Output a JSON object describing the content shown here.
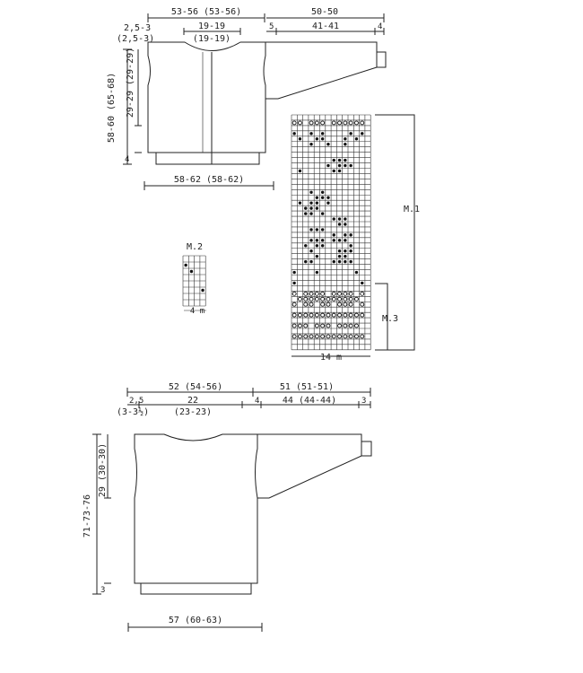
{
  "cardigan": {
    "top_width": "53-56 (53-56)",
    "neck": "19-19",
    "neck_alt": "(19-19)",
    "shoulder_a": "2,5-3",
    "shoulder_b": "(2,5-3)",
    "sleeve_top": "50-50",
    "sleeve_left_cuff": "5",
    "sleeve_length": "41-41",
    "sleeve_right_cuff": "4",
    "armhole": "29-29 (29-29)",
    "body_length": "58-60 (65-68)",
    "rib_height": "4",
    "bottom_width": "58-62 (58-62)"
  },
  "charts": {
    "m1_label": "M.1",
    "m2_label": "M.2",
    "m2_width": "4 m",
    "m3_label": "M.3",
    "main_width": "14 m",
    "main_cols": 14,
    "main_rows": 44,
    "m2_cols": 4,
    "m2_rows": 8,
    "m3_rows": 13,
    "main_symbols": [
      [
        0,
        1,
        "ring"
      ],
      [
        1,
        1,
        "ring"
      ],
      [
        3,
        1,
        "ring"
      ],
      [
        4,
        1,
        "ring"
      ],
      [
        5,
        1,
        "ring"
      ],
      [
        7,
        1,
        "ring"
      ],
      [
        8,
        1,
        "ring"
      ],
      [
        9,
        1,
        "ring"
      ],
      [
        10,
        1,
        "ring"
      ],
      [
        11,
        1,
        "ring"
      ],
      [
        12,
        1,
        "ring"
      ],
      [
        0,
        3,
        "dot"
      ],
      [
        3,
        3,
        "dot"
      ],
      [
        5,
        3,
        "dot"
      ],
      [
        10,
        3,
        "dot"
      ],
      [
        12,
        3,
        "dot"
      ],
      [
        1,
        4,
        "dot"
      ],
      [
        4,
        4,
        "dot"
      ],
      [
        5,
        4,
        "dot"
      ],
      [
        9,
        4,
        "dot"
      ],
      [
        11,
        4,
        "dot"
      ],
      [
        3,
        5,
        "dot"
      ],
      [
        6,
        5,
        "dot"
      ],
      [
        9,
        5,
        "dot"
      ],
      [
        7,
        8,
        "dot"
      ],
      [
        8,
        8,
        "dot"
      ],
      [
        9,
        8,
        "dot"
      ],
      [
        6,
        9,
        "dot"
      ],
      [
        8,
        9,
        "dot"
      ],
      [
        9,
        9,
        "dot"
      ],
      [
        10,
        9,
        "dot"
      ],
      [
        1,
        10,
        "dot"
      ],
      [
        7,
        10,
        "dot"
      ],
      [
        8,
        10,
        "dot"
      ],
      [
        3,
        14,
        "dot"
      ],
      [
        5,
        14,
        "dot"
      ],
      [
        4,
        15,
        "dot"
      ],
      [
        5,
        15,
        "dot"
      ],
      [
        6,
        15,
        "dot"
      ],
      [
        1,
        16,
        "dot"
      ],
      [
        3,
        16,
        "dot"
      ],
      [
        4,
        16,
        "dot"
      ],
      [
        6,
        16,
        "dot"
      ],
      [
        2,
        17,
        "dot"
      ],
      [
        3,
        17,
        "dot"
      ],
      [
        4,
        17,
        "dot"
      ],
      [
        2,
        18,
        "dot"
      ],
      [
        3,
        18,
        "dot"
      ],
      [
        5,
        18,
        "dot"
      ],
      [
        7,
        19,
        "dot"
      ],
      [
        8,
        19,
        "dot"
      ],
      [
        9,
        19,
        "dot"
      ],
      [
        8,
        20,
        "dot"
      ],
      [
        9,
        20,
        "dot"
      ],
      [
        3,
        21,
        "dot"
      ],
      [
        4,
        21,
        "dot"
      ],
      [
        5,
        21,
        "dot"
      ],
      [
        7,
        22,
        "dot"
      ],
      [
        9,
        22,
        "dot"
      ],
      [
        10,
        22,
        "dot"
      ],
      [
        3,
        23,
        "dot"
      ],
      [
        4,
        23,
        "dot"
      ],
      [
        5,
        23,
        "dot"
      ],
      [
        7,
        23,
        "dot"
      ],
      [
        8,
        23,
        "dot"
      ],
      [
        9,
        23,
        "dot"
      ],
      [
        2,
        24,
        "dot"
      ],
      [
        4,
        24,
        "dot"
      ],
      [
        5,
        24,
        "dot"
      ],
      [
        10,
        24,
        "dot"
      ],
      [
        3,
        25,
        "dot"
      ],
      [
        8,
        25,
        "dot"
      ],
      [
        9,
        25,
        "dot"
      ],
      [
        10,
        25,
        "dot"
      ],
      [
        4,
        26,
        "dot"
      ],
      [
        8,
        26,
        "dot"
      ],
      [
        9,
        26,
        "dot"
      ],
      [
        2,
        27,
        "dot"
      ],
      [
        3,
        27,
        "dot"
      ],
      [
        7,
        27,
        "dot"
      ],
      [
        8,
        27,
        "dot"
      ],
      [
        9,
        27,
        "dot"
      ],
      [
        10,
        27,
        "dot"
      ],
      [
        0,
        29,
        "dot"
      ],
      [
        4,
        29,
        "dot"
      ],
      [
        11,
        29,
        "dot"
      ],
      [
        0,
        31,
        "dot"
      ],
      [
        12,
        31,
        "dot"
      ],
      [
        0,
        33,
        "ring"
      ],
      [
        2,
        33,
        "ring"
      ],
      [
        3,
        33,
        "ring"
      ],
      [
        4,
        33,
        "ring"
      ],
      [
        5,
        33,
        "ring"
      ],
      [
        7,
        33,
        "ring"
      ],
      [
        8,
        33,
        "ring"
      ],
      [
        9,
        33,
        "ring"
      ],
      [
        10,
        33,
        "ring"
      ],
      [
        12,
        33,
        "ring"
      ],
      [
        1,
        34,
        "ring"
      ],
      [
        2,
        34,
        "ring"
      ],
      [
        3,
        34,
        "ring"
      ],
      [
        4,
        34,
        "ring"
      ],
      [
        5,
        34,
        "ring"
      ],
      [
        6,
        34,
        "ring"
      ],
      [
        7,
        34,
        "ring"
      ],
      [
        8,
        34,
        "ring"
      ],
      [
        9,
        34,
        "ring"
      ],
      [
        10,
        34,
        "ring"
      ],
      [
        11,
        34,
        "ring"
      ],
      [
        0,
        35,
        "ring"
      ],
      [
        2,
        35,
        "ring"
      ],
      [
        3,
        35,
        "ring"
      ],
      [
        5,
        35,
        "ring"
      ],
      [
        6,
        35,
        "ring"
      ],
      [
        8,
        35,
        "ring"
      ],
      [
        9,
        35,
        "ring"
      ],
      [
        10,
        35,
        "ring"
      ],
      [
        12,
        35,
        "ring"
      ],
      [
        0,
        37,
        "ring"
      ],
      [
        1,
        37,
        "ring"
      ],
      [
        2,
        37,
        "ring"
      ],
      [
        3,
        37,
        "ring"
      ],
      [
        4,
        37,
        "ring"
      ],
      [
        5,
        37,
        "ring"
      ],
      [
        6,
        37,
        "ring"
      ],
      [
        7,
        37,
        "ring"
      ],
      [
        8,
        37,
        "ring"
      ],
      [
        9,
        37,
        "ring"
      ],
      [
        10,
        37,
        "ring"
      ],
      [
        11,
        37,
        "ring"
      ],
      [
        12,
        37,
        "ring"
      ],
      [
        0,
        39,
        "ring"
      ],
      [
        1,
        39,
        "ring"
      ],
      [
        2,
        39,
        "ring"
      ],
      [
        4,
        39,
        "ring"
      ],
      [
        5,
        39,
        "ring"
      ],
      [
        6,
        39,
        "ring"
      ],
      [
        8,
        39,
        "ring"
      ],
      [
        9,
        39,
        "ring"
      ],
      [
        10,
        39,
        "ring"
      ],
      [
        11,
        39,
        "ring"
      ],
      [
        0,
        41,
        "ring"
      ],
      [
        1,
        41,
        "ring"
      ],
      [
        2,
        41,
        "ring"
      ],
      [
        3,
        41,
        "ring"
      ],
      [
        4,
        41,
        "ring"
      ],
      [
        5,
        41,
        "ring"
      ],
      [
        6,
        41,
        "ring"
      ],
      [
        7,
        41,
        "ring"
      ],
      [
        8,
        41,
        "ring"
      ],
      [
        9,
        41,
        "ring"
      ],
      [
        10,
        41,
        "ring"
      ],
      [
        11,
        41,
        "ring"
      ],
      [
        12,
        41,
        "ring"
      ]
    ],
    "m2_symbols": [
      [
        0,
        1,
        "dot"
      ],
      [
        1,
        2,
        "dot"
      ],
      [
        3,
        5,
        "dot"
      ]
    ]
  },
  "pullover": {
    "top_width": "52 (54-56)",
    "shoulder_a": "2,5",
    "shoulder_b": "(3-3½)",
    "neck": "22",
    "neck_alt": "(23-23)",
    "sleeve_top": "51 (51-51)",
    "sleeve_left_cuff": "4",
    "sleeve_length": "44 (44-44)",
    "sleeve_right_cuff": "3",
    "armhole": "29 (30-30)",
    "body_length": "71-73-76",
    "rib_height": "3",
    "bottom_width": "57 (60-63)"
  }
}
